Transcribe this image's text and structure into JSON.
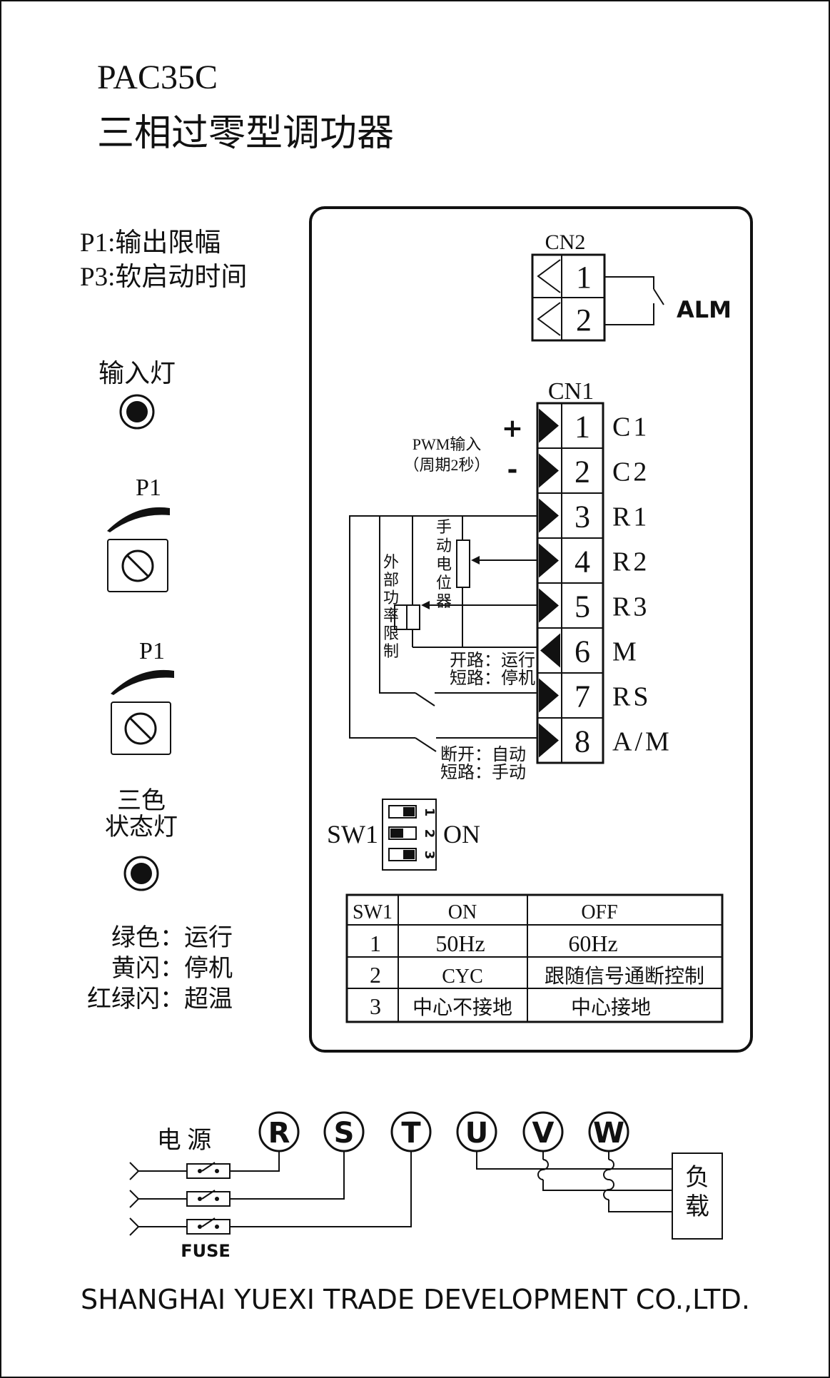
{
  "header": {
    "model": "PAC35C",
    "product_name": "三相过零型调功器"
  },
  "left_panel": {
    "notes": [
      "P1:输出限幅",
      "P3:软启动时间"
    ],
    "input_lamp_label": "输入灯",
    "pot_labels": [
      "P1",
      "P1"
    ],
    "status_lamp_label_line1": "三色",
    "status_lamp_label_line2": "状态灯",
    "status_legend": [
      "绿色：运行",
      "黄闪：停机",
      "红绿闪：超温"
    ]
  },
  "cn2": {
    "label": "CN2",
    "pins": [
      "1",
      "2"
    ],
    "alarm_label": "ALM"
  },
  "cn1": {
    "label": "CN1",
    "pins": [
      {
        "num": "1",
        "name": "C1"
      },
      {
        "num": "2",
        "name": "C2"
      },
      {
        "num": "3",
        "name": "R1"
      },
      {
        "num": "4",
        "name": "R2"
      },
      {
        "num": "5",
        "name": "R3"
      },
      {
        "num": "6",
        "name": "M"
      },
      {
        "num": "7",
        "name": "RS"
      },
      {
        "num": "8",
        "name": "A/M"
      }
    ],
    "pwm_plus": "+",
    "pwm_minus": "-",
    "pwm_label_line1": "PWM输入",
    "pwm_label_line2": "（周期2秒）",
    "manual_pot_label": [
      "手",
      "动",
      "电",
      "位",
      "器"
    ],
    "external_limit_label": [
      "外",
      "部",
      "功",
      "率",
      "限",
      "制"
    ],
    "rs_note_line1": "开路：运行",
    "rs_note_line2": "短路：停机",
    "am_note_line1": "断开：自动",
    "am_note_line2": "短路：手动"
  },
  "sw1": {
    "label": "SW1",
    "on_label": "ON",
    "positions": [
      "1",
      "2",
      "3"
    ],
    "table": {
      "headers": [
        "SW1",
        "ON",
        "OFF"
      ],
      "rows": [
        [
          "1",
          "50Hz",
          "60Hz"
        ],
        [
          "2",
          "CYC",
          "跟随信号通断控制"
        ],
        [
          "3",
          "中心不接地",
          "中心接地"
        ]
      ]
    }
  },
  "power": {
    "source_label": "电 源",
    "fuse_label": "FUSE",
    "terminals": [
      "R",
      "S",
      "T",
      "U",
      "V",
      "W"
    ],
    "load_label_line1": "负",
    "load_label_line2": "载"
  },
  "footer": {
    "company": "SHANGHAI YUEXI TRADE DEVELOPMENT CO.,LTD."
  }
}
